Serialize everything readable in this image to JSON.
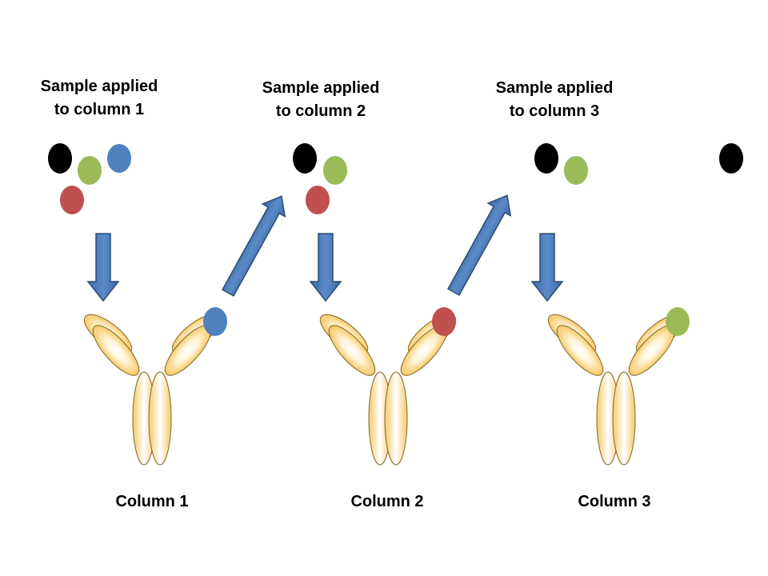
{
  "colors": {
    "black": "#000000",
    "green": "#9bbb59",
    "blue": "#4f81bd",
    "red": "#c0504d",
    "arrow_fill": "#4f81bd",
    "arrow_stroke": "#2c4d75",
    "antibody_fill": "#fcd582",
    "antibody_highlight": "#ffffff",
    "antibody_stroke": "#7f6a2a"
  },
  "stages": [
    {
      "sample_label_line1": "Sample applied",
      "sample_label_line2": "to column 1",
      "column_label": "Column 1",
      "input_molecules": [
        "black",
        "green",
        "blue",
        "red"
      ],
      "bound_molecule": "blue"
    },
    {
      "sample_label_line1": "Sample applied",
      "sample_label_line2": "to column 2",
      "column_label": "Column 2",
      "input_molecules": [
        "black",
        "green",
        "red"
      ],
      "bound_molecule": "red"
    },
    {
      "sample_label_line1": "Sample applied",
      "sample_label_line2": "to column 3",
      "column_label": "Column 3",
      "input_molecules": [
        "black",
        "green"
      ],
      "bound_molecule": "green"
    }
  ],
  "final_output": [
    "black"
  ]
}
